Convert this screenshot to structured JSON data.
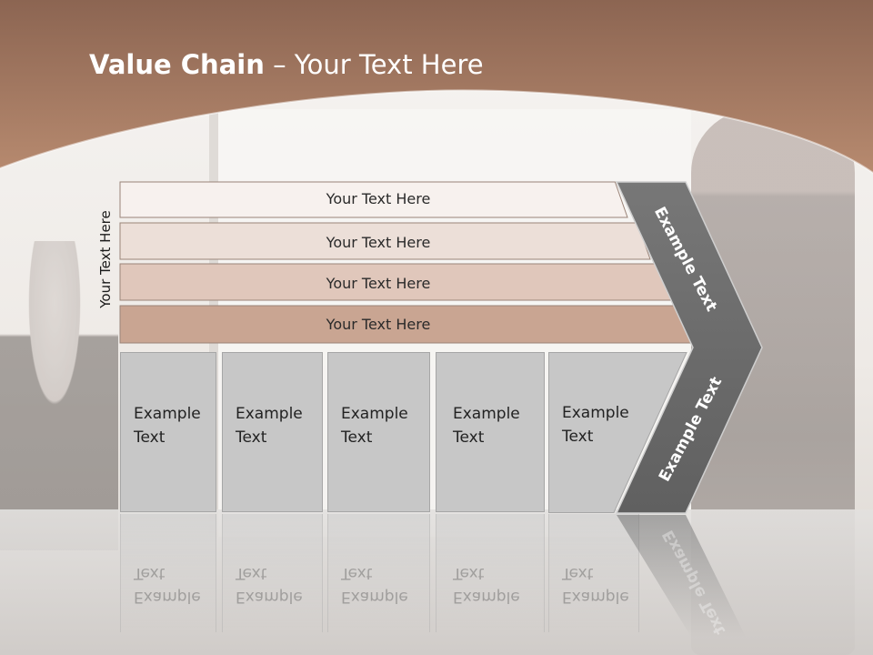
{
  "slide": {
    "title_bold": "Value Chain",
    "title_rest": " – Your Text Here",
    "side_label": "Your Text Here",
    "bars": [
      {
        "label": "Your Text Here",
        "color": "#f7f1ee"
      },
      {
        "label": "Your Text Here",
        "color": "#ecdfd8"
      },
      {
        "label": "Your Text Here",
        "color": "#e0c7bb"
      },
      {
        "label": "Your Text Here",
        "color": "#c9a592"
      }
    ],
    "columns": [
      {
        "line1": "Example",
        "line2": "Text"
      },
      {
        "line1": "Example",
        "line2": "Text"
      },
      {
        "line1": "Example",
        "line2": "Text"
      },
      {
        "line1": "Example",
        "line2": "Text"
      },
      {
        "line1": "Example",
        "line2": "Text"
      }
    ],
    "chevron_top_label": "Example Text",
    "chevron_bottom_label": "Example Text",
    "colors": {
      "header_brown": "#a97b61",
      "chevron_gray": "#6f6f6f",
      "column_gray": "#c7c7c7"
    }
  }
}
